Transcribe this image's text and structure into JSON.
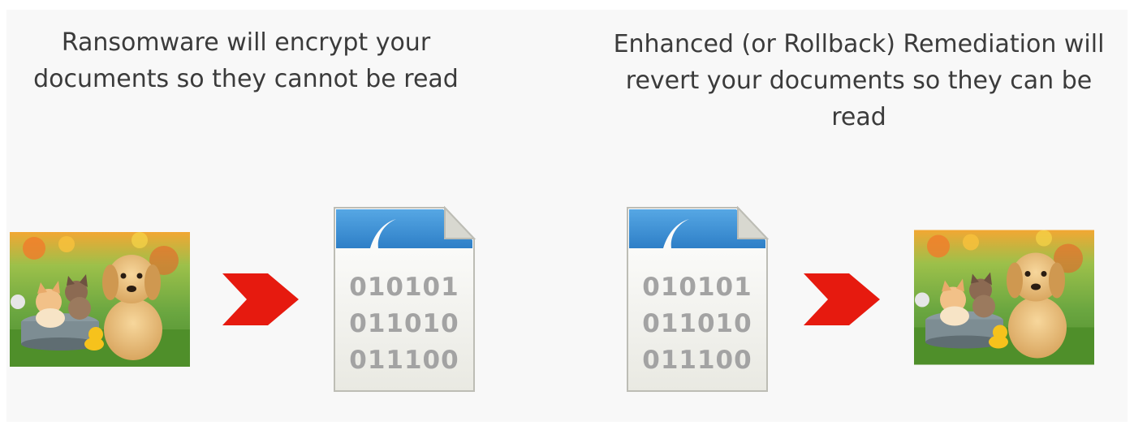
{
  "left": {
    "caption_line1": "Ransomware will encrypt your",
    "caption_line2": "documents so they cannot be read",
    "photo_icon": "puppy-and-kittens-photo",
    "arrow_icon": "red-chevron-arrow-icon",
    "document_icon": "encrypted-document-icon",
    "binary_lines": [
      "010101",
      "011010",
      "011100"
    ]
  },
  "right": {
    "caption_line1": "Enhanced (or Rollback) Remediation will",
    "caption_line2": "revert your documents so they can be",
    "caption_line3": "read",
    "document_icon": "encrypted-document-icon",
    "binary_lines": [
      "010101",
      "011010",
      "011100"
    ],
    "arrow_icon": "red-chevron-arrow-icon",
    "photo_icon": "puppy-and-kittens-photo"
  },
  "colors": {
    "arrow": "#e61a0f",
    "document_header": "#3d8fd6",
    "binary_text": "#a3a3a3",
    "background": "#f8f8f8"
  }
}
